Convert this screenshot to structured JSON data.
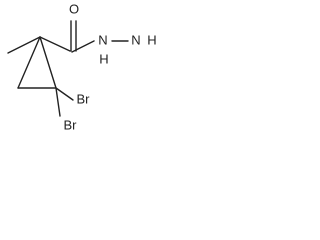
{
  "structure": {
    "atoms": {
      "oxygen": "O",
      "nitrogen_1": "N",
      "nitrogen_1_hydrogen": "H",
      "nitrogen_2": "N",
      "nitrogen_2_hydrogens": "H",
      "bromine_1": "Br",
      "bromine_2": "Br"
    },
    "bond_color": "#222222"
  }
}
